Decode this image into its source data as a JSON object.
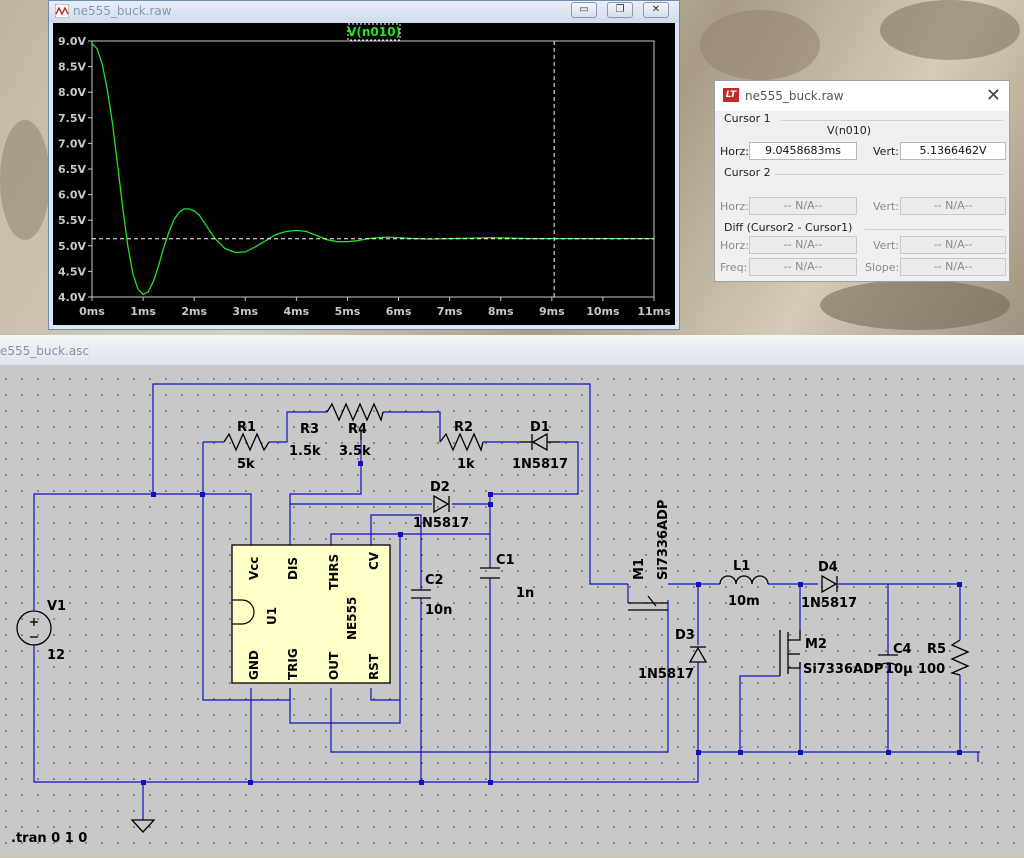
{
  "waveform_window": {
    "title": "ne555_buck.raw",
    "trace_name": "V(n010)",
    "minimize_symbol": "▭",
    "restore_symbol": "❐",
    "close_symbol": "✕",
    "trace_color": "#22e022",
    "chart_data": {
      "type": "line",
      "title": "V(n010)",
      "x_unit": "ms",
      "xlim": [
        0,
        11
      ],
      "ylim": [
        4.0,
        9.0
      ],
      "x_tick_labels": [
        "0ms",
        "1ms",
        "2ms",
        "3ms",
        "4ms",
        "5ms",
        "6ms",
        "7ms",
        "8ms",
        "9ms",
        "10ms",
        "11ms"
      ],
      "y_tick_labels": [
        "9.0V",
        "8.5V",
        "8.0V",
        "7.5V",
        "7.0V",
        "6.5V",
        "6.0V",
        "5.5V",
        "5.0V",
        "4.5V",
        "4.0V"
      ],
      "series": [
        {
          "x": [
            0,
            0.1,
            0.2,
            0.3,
            0.4,
            0.5,
            0.6,
            0.7,
            0.8,
            0.9,
            1.0,
            1.1,
            1.2,
            1.3,
            1.4,
            1.5,
            1.6,
            1.7,
            1.8,
            1.9,
            2.0,
            2.1,
            2.2,
            2.4,
            2.6,
            2.8,
            3.0,
            3.2,
            3.4,
            3.6,
            3.8,
            4.0,
            4.2,
            4.4,
            4.6,
            4.8,
            5.0,
            5.2,
            5.4,
            5.6,
            5.8,
            6.0,
            6.3,
            6.6,
            7.0,
            7.4,
            7.8,
            8.2,
            8.6,
            9.0,
            9.5,
            10.0,
            10.5,
            11.0
          ],
          "values": [
            8.95,
            8.85,
            8.55,
            8.05,
            7.4,
            6.6,
            5.75,
            5.0,
            4.45,
            4.15,
            4.05,
            4.1,
            4.3,
            4.6,
            4.95,
            5.25,
            5.5,
            5.65,
            5.72,
            5.72,
            5.68,
            5.6,
            5.45,
            5.15,
            4.95,
            4.87,
            4.88,
            4.98,
            5.1,
            5.22,
            5.28,
            5.3,
            5.28,
            5.2,
            5.12,
            5.08,
            5.08,
            5.1,
            5.14,
            5.16,
            5.17,
            5.16,
            5.14,
            5.13,
            5.14,
            5.15,
            5.16,
            5.15,
            5.14,
            5.14,
            5.14,
            5.14,
            5.14,
            5.14
          ]
        }
      ],
      "cursor": {
        "x_ms": 9.0458683,
        "y_v": 5.1366462
      },
      "grid": false
    }
  },
  "cursor_dialog": {
    "title": "ne555_buck.raw",
    "app_icon_text": "LT",
    "close_symbol": "✕",
    "cursor1_label": "Cursor 1",
    "trace_name": "V(n010)",
    "horz_label": "Horz:",
    "vert_label": "Vert:",
    "horz_value": "9.0458683ms",
    "vert_value": "5.1366462V",
    "cursor2_label": "Cursor 2",
    "c2_horz_value": "-- N/A--",
    "c2_vert_value": "-- N/A--",
    "diff_label": "Diff (Cursor2 - Cursor1)",
    "diff_horz_label": "Horz:",
    "diff_vert_label": "Vert:",
    "freq_label": "Freq:",
    "slope_label": "Slope:",
    "diff_horz_value": "-- N/A--",
    "diff_vert_value": "-- N/A--",
    "freq_value": "-- N/A--",
    "slope_value": "-- N/A--"
  },
  "schematic": {
    "title": "e555_buck.asc",
    "wire_color": "#1010c0",
    "directive": ".tran 0 1 0",
    "components": {
      "V1": {
        "ref": "V1",
        "value": "12"
      },
      "R1": {
        "ref": "R1",
        "value": "5k"
      },
      "R3": {
        "ref": "R3",
        "value": "1.5k"
      },
      "R4": {
        "ref": "R4",
        "value": "3.5k"
      },
      "R2": {
        "ref": "R2",
        "value": "1k"
      },
      "D1": {
        "ref": "D1",
        "value": "1N5817"
      },
      "D2": {
        "ref": "D2",
        "value": "1N5817"
      },
      "C1": {
        "ref": "C1",
        "value": "1n"
      },
      "C2": {
        "ref": "C2",
        "value": "10n"
      },
      "U1": {
        "ref": "U1",
        "value": "NE555",
        "pins": {
          "vcc": "Vcc",
          "dis": "DIS",
          "thrs": "THRS",
          "cv": "CV",
          "gnd": "GND",
          "trig": "TRIG",
          "out": "OUT",
          "rst": "RST"
        }
      },
      "M1": {
        "ref": "M1",
        "value": "Si7336ADP"
      },
      "L1": {
        "ref": "L1",
        "value": "10m"
      },
      "D3": {
        "ref": "D3",
        "value": "1N5817"
      },
      "D4": {
        "ref": "D4",
        "value": "1N5817"
      },
      "M2": {
        "ref": "M2",
        "value": "Si7336ADP"
      },
      "C4": {
        "ref": "C4",
        "value": "10µ"
      },
      "R5": {
        "ref": "R5",
        "value": "100"
      }
    }
  }
}
